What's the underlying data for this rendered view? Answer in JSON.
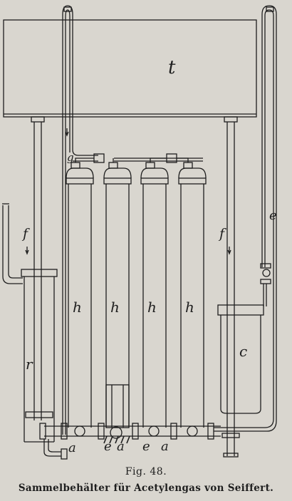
{
  "figure": {
    "number": "Fig. 48.",
    "caption": "Sammelbehälter für Acetylengas von Seiffert."
  },
  "labels": {
    "tank": "t",
    "pipe_g": "g",
    "pipe_f_left": "f",
    "pipe_f_right": "f",
    "pipe_e": "e",
    "vessel_r": "r",
    "vessel_c": "c",
    "holders": [
      "h",
      "h",
      "h",
      "h"
    ],
    "valve_a1": "a",
    "valve_e1": "e",
    "valve_a2": "a",
    "valve_e2": "e",
    "valve_a3": "a"
  },
  "colors": {
    "paper": "#d9d6cf",
    "ink": "#1e1e1e"
  }
}
